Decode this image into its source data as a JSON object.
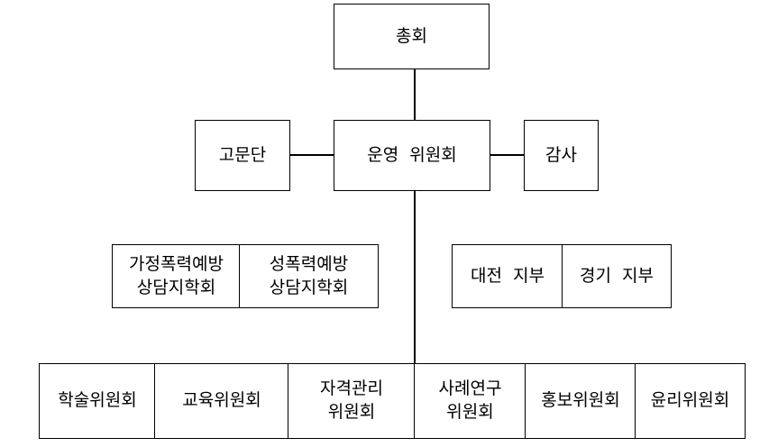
{
  "org_chart": {
    "general_assembly": "총회",
    "advisory_board": "고문단",
    "steering_committee": "운영 위원회",
    "auditor": "감사",
    "societies": [
      "가정폭력예방\n상담지학회",
      "성폭력예방\n상담지학회"
    ],
    "branches": [
      "대전 지부",
      "경기 지부"
    ],
    "committees": [
      "학술위원회",
      "교육위원회",
      "자격관리\n위원회",
      "사례연구\n위원회",
      "홍보위원회",
      "윤리위원회"
    ]
  }
}
